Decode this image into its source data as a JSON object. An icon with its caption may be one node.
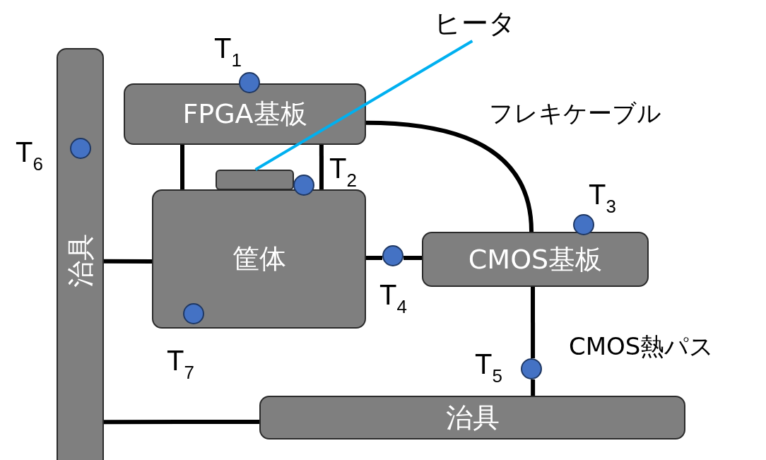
{
  "diagram": {
    "nodes": [
      {
        "text": [
          "ヒータ"
        ]
      },
      {
        "text": [
          "治具"
        ]
      },
      {
        "text": [
          "FPGA基板"
        ]
      },
      {
        "text": [],
        "shape": "circle",
        "beside": [
          "T$_{1}$"
        ]
      },
      {
        "text": [],
        "shape": "circle",
        "in": 1,
        "beside": [
          "T$_{6}$"
        ]
      },
      {
        "text": [],
        "shape": "box"
      },
      {
        "text": [],
        "shape": "circle",
        "beside": [
          "T$_{2}$"
        ]
      },
      {
        "text": [
          "筐体"
        ]
      },
      {
        "text": [],
        "shape": "circle",
        "beside": [
          "T$_{3}$"
        ]
      },
      {
        "text": [
          "CMOS基板"
        ]
      },
      {
        "text": [],
        "shape": "circle",
        "beside": [
          "T$_{4}$"
        ]
      },
      {
        "text": [],
        "shape": "circle",
        "in": 7,
        "beside": [
          "T$_{7}$"
        ]
      },
      {
        "text": [],
        "shape": "circle",
        "beside": [
          "T$_{5}$"
        ]
      },
      {
        "text": [
          "治具"
        ]
      }
    ],
    "edges": [
      {
        "from": 0,
        "to": 5,
        "arrow": "none",
        "color": "#00b0f0"
      },
      {
        "from": 2,
        "to": 9,
        "arrow": "none",
        "label": "フレキケーブル"
      },
      {
        "from": 2,
        "to": 7,
        "arrow": "none"
      },
      {
        "from": 2,
        "to": 7,
        "arrow": "none"
      },
      {
        "from": 1,
        "to": 7,
        "arrow": "none"
      },
      {
        "from": 7,
        "to": 10,
        "arrow": "none"
      },
      {
        "from": 10,
        "to": 9,
        "arrow": "none"
      },
      {
        "from": 9,
        "to": 12,
        "arrow": "none",
        "label": "CMOS熱パス"
      },
      {
        "from": 12,
        "to": 13,
        "arrow": "none"
      },
      {
        "from": 1,
        "to": 13,
        "arrow": "none"
      }
    ]
  }
}
